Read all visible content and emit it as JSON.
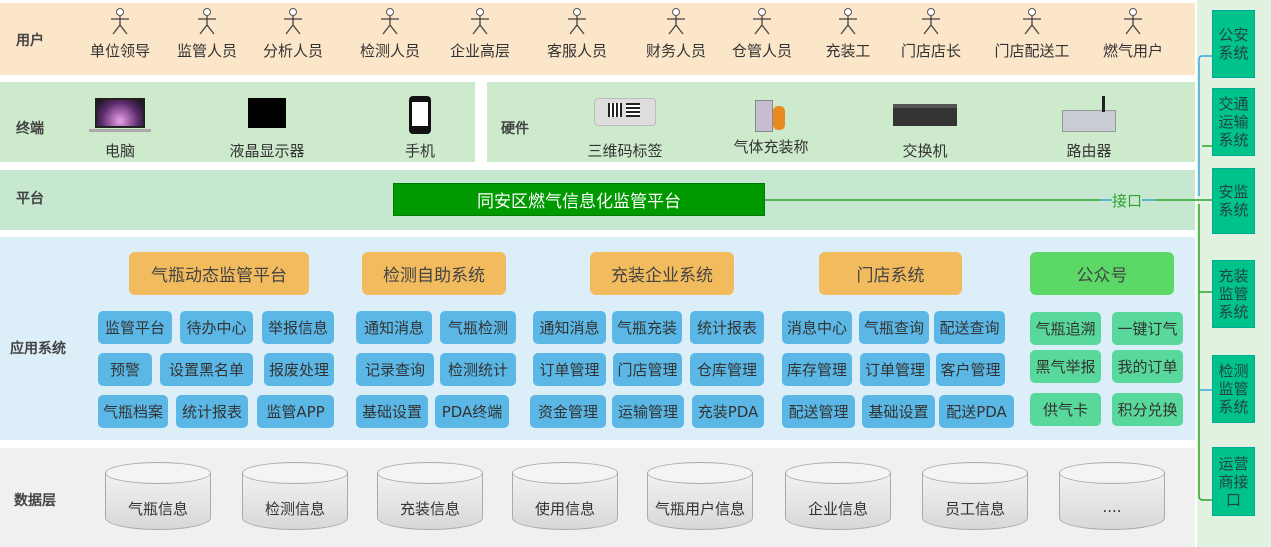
{
  "layers": {
    "users": "用户",
    "terminal": "终端",
    "hardware": "硬件",
    "platform": "平台",
    "apps": "应用系统",
    "data": "数据层"
  },
  "users": [
    "单位领导",
    "监管人员",
    "分析人员",
    "检测人员",
    "企业高层",
    "客服人员",
    "财务人员",
    "仓管人员",
    "充装工",
    "门店店长",
    "门店配送工",
    "燃气用户"
  ],
  "terminals": [
    "电脑",
    "液晶显示器",
    "手机"
  ],
  "hardware": [
    "三维码标签",
    "气体充装称",
    "交换机",
    "路由器"
  ],
  "platform": {
    "title": "同安区燃气信息化监管平台",
    "interface": "接口"
  },
  "apps": [
    {
      "title": "气瓶动态监管平台",
      "items": [
        "监管平台",
        "待办中心",
        "举报信息",
        "预警",
        "设置黑名单",
        "报废处理",
        "气瓶档案",
        "统计报表",
        "监管APP"
      ]
    },
    {
      "title": "检测自助系统",
      "items": [
        "通知消息",
        "气瓶检测",
        "记录查询",
        "检测统计",
        "基础设置",
        "PDA终端"
      ]
    },
    {
      "title": "充装企业系统",
      "items": [
        "通知消息",
        "气瓶充装",
        "统计报表",
        "订单管理",
        "门店管理",
        "仓库管理",
        "资金管理",
        "运输管理",
        "充装PDA"
      ]
    },
    {
      "title": "门店系统",
      "items": [
        "消息中心",
        "气瓶查询",
        "配送查询",
        "库存管理",
        "订单管理",
        "客户管理",
        "配送管理",
        "基础设置",
        "配送PDA"
      ]
    },
    {
      "title": "公众号",
      "items": [
        "气瓶追溯",
        "一键订气",
        "黑气举报",
        "我的订单",
        "供气卡",
        "积分兑换"
      ]
    }
  ],
  "data": [
    "气瓶信息",
    "检测信息",
    "充装信息",
    "使用信息",
    "气瓶用户信息",
    "企业信息",
    "员工信息",
    "...."
  ],
  "external": [
    "公安系统",
    "交通运输系统",
    "安监系统",
    "充装监管系统",
    "检测监管系统",
    "运营商接口"
  ]
}
